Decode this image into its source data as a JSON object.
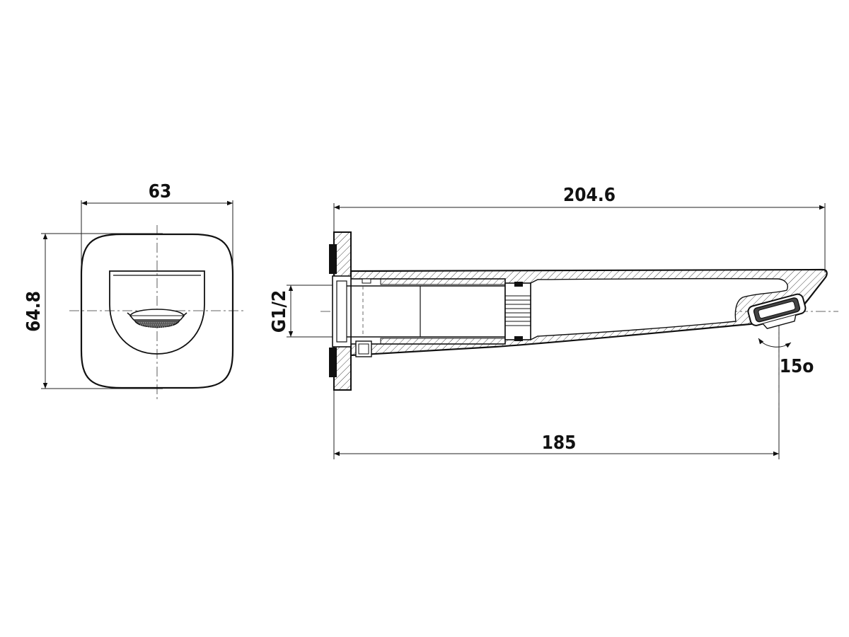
{
  "dimensions": {
    "front_width": "63",
    "front_height": "64.8",
    "overall_length": "204.6",
    "projection_length": "185",
    "thread": "G1/2",
    "angle": "15o"
  }
}
